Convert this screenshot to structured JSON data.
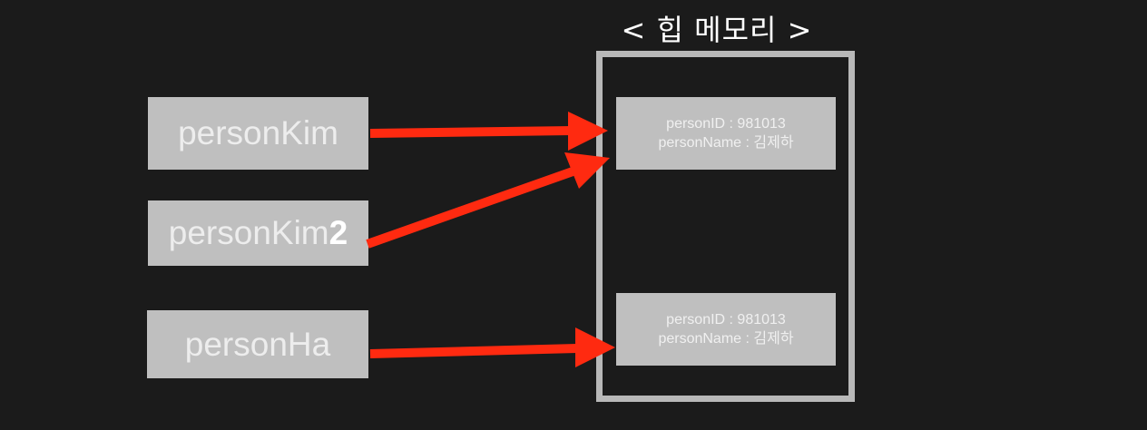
{
  "heap": {
    "title": "< 힙 메모리 >"
  },
  "variables": [
    {
      "name": "personKim",
      "suffix": ""
    },
    {
      "name": "personKim",
      "suffix": "2"
    },
    {
      "name": "personHa",
      "suffix": ""
    }
  ],
  "objects": [
    {
      "id_line": "personID : 981013",
      "name_line": "personName : 김제하"
    },
    {
      "id_line": "personID : 981013",
      "name_line": "personName : 김제하"
    }
  ],
  "colors": {
    "background": "#1b1b1b",
    "box": "#bfbfbf",
    "frame": "#b8b8b8",
    "arrow": "#ff2a10"
  }
}
